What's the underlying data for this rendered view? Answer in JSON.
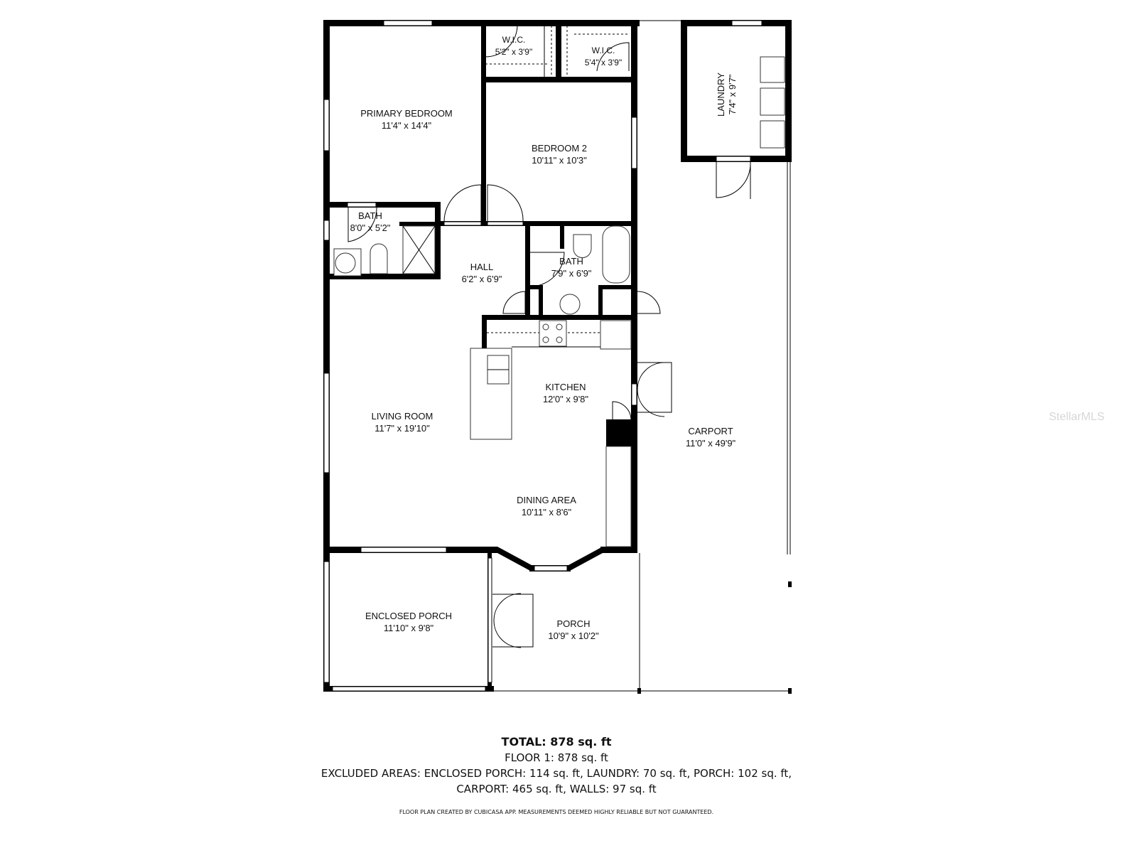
{
  "rooms": {
    "primary_bedroom": {
      "name": "PRIMARY BEDROOM",
      "size": "11'4\" x 14'4\""
    },
    "wic1": {
      "name": "W.I.C.",
      "size": "5'2\" x 3'9\""
    },
    "wic2": {
      "name": "W.I.C.",
      "size": "5'4\" x 3'9\""
    },
    "bedroom2": {
      "name": "BEDROOM 2",
      "size": "10'11\" x 10'3\""
    },
    "laundry": {
      "name": "LAUNDRY",
      "size": "7'4\" x 9'7\""
    },
    "bath1": {
      "name": "BATH",
      "size": "8'0\" x 5'2\""
    },
    "hall": {
      "name": "HALL",
      "size": "6'2\" x 6'9\""
    },
    "bath2": {
      "name": "BATH",
      "size": "7'9\" x 6'9\""
    },
    "kitchen": {
      "name": "KITCHEN",
      "size": "12'0\" x 9'8\""
    },
    "living_room": {
      "name": "LIVING ROOM",
      "size": "11'7\" x 19'10\""
    },
    "carport": {
      "name": "CARPORT",
      "size": "11'0\" x 49'9\""
    },
    "dining_area": {
      "name": "DINING AREA",
      "size": "10'11\" x 8'6\""
    },
    "enclosed_porch": {
      "name": "ENCLOSED PORCH",
      "size": "11'10\" x 9'8\""
    },
    "porch": {
      "name": "PORCH",
      "size": "10'9\" x 10'2\""
    }
  },
  "summary": {
    "total": "TOTAL: 878 sq. ft",
    "floor1": "FLOOR 1: 878 sq. ft",
    "excluded_line1": "EXCLUDED AREAS: ENCLOSED PORCH: 114 sq. ft, LAUNDRY: 70 sq. ft, PORCH: 102 sq. ft,",
    "excluded_line2": "CARPORT: 465 sq. ft, WALLS: 97 sq. ft",
    "credit": "FLOOR PLAN CREATED BY CUBICASA APP. MEASUREMENTS DEEMED HIGHLY RELIABLE BUT NOT GUARANTEED."
  },
  "watermark": "StellarMLS"
}
